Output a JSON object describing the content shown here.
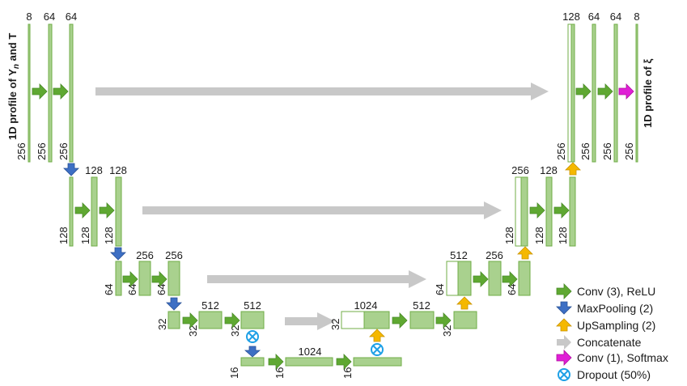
{
  "side_labels": {
    "left": "1D profile of Y",
    "left_sub": "n",
    "left_tail": " and T",
    "right": "1D profile of ξ"
  },
  "colors": {
    "block_fill": "#a9d18e",
    "block_edge": "#70ad47",
    "conv": "#5fa832",
    "maxpool": "#3d6fc4",
    "upsample": "#f5b800",
    "concat": "#c8c8c8",
    "softmax": "#e01ed6",
    "dropout": "#1ea0e6"
  },
  "dims": {
    "l1_c1": "8",
    "l1_c2": "64",
    "l1_c3": "64",
    "l1_w1": "256",
    "l1_w2": "256",
    "l1_w3": "256",
    "l2_c2": "128",
    "l2_c3": "128",
    "l2_w1": "128",
    "l2_w2": "128",
    "l2_w3": "128",
    "l3_c2": "256",
    "l3_c3": "256",
    "l3_w1": "64",
    "l3_w2": "64",
    "l3_w3": "64",
    "l4_c2": "512",
    "l4_c3": "512",
    "l4_w1": "32",
    "l4_w2": "32",
    "l4_w3": "32",
    "b_c2": "1024",
    "b_w1": "16",
    "b_w2": "16",
    "b_w3": "16",
    "u4_c1": "1024",
    "u4_c2": "512",
    "u4_w1": "32",
    "u4_w3": "32",
    "u3_c1": "512",
    "u3_c2": "256",
    "u3_w1": "64",
    "u3_w3": "64",
    "u2_c1": "256",
    "u2_c2": "128",
    "u2_w1": "128",
    "u2_w2": "128",
    "u2_w3": "128",
    "u1_c1": "128",
    "u1_c2": "64",
    "u1_c3": "64",
    "u1_c4": "8",
    "u1_w1": "256",
    "u1_w2": "256",
    "u1_w3": "256",
    "u1_w4": "256"
  },
  "legend": [
    {
      "icon": "conv-arrow-icon",
      "label": "Conv (3), ReLU"
    },
    {
      "icon": "maxpool-arrow-icon",
      "label": "MaxPooling (2)"
    },
    {
      "icon": "upsampling-arrow-icon",
      "label": "UpSampling (2)"
    },
    {
      "icon": "concatenate-arrow-icon",
      "label": "Concatenate"
    },
    {
      "icon": "softmax-arrow-icon",
      "label": "Conv (1), Softmax"
    },
    {
      "icon": "dropout-icon",
      "label": "Dropout (50%)"
    }
  ]
}
